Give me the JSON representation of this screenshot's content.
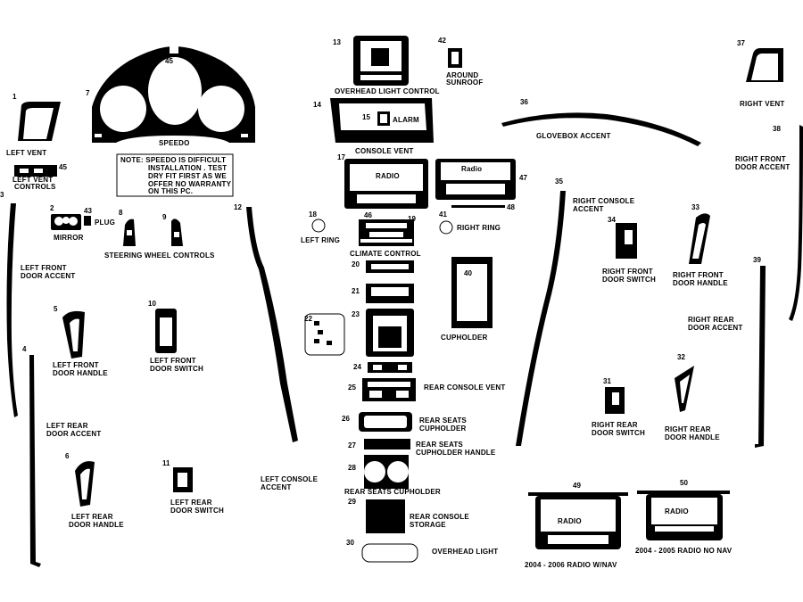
{
  "colors": {
    "piece": "#000000",
    "background": "#ffffff"
  },
  "numbers": {
    "n1": "1",
    "n2": "2",
    "n3": "3",
    "n4": "4",
    "n5": "5",
    "n6": "6",
    "n7": "7",
    "n8": "8",
    "n9": "9",
    "n10": "10",
    "n11": "11",
    "n12": "12",
    "n13a": "13",
    "n13b": "13",
    "n14": "14",
    "n15": "15",
    "n17": "17",
    "n18": "18",
    "n19": "19",
    "n20": "20",
    "n21": "21",
    "n22": "22",
    "n23": "23",
    "n24": "24",
    "n25": "25",
    "n26": "26",
    "n27": "27",
    "n28": "28",
    "n29": "29",
    "n30": "30",
    "n31": "31",
    "n32": "32",
    "n33": "33",
    "n34": "34",
    "n35": "35",
    "n36": "36",
    "n37": "37",
    "n38": "38",
    "n39": "39",
    "n40": "40",
    "n41": "41",
    "n42": "42",
    "n43": "43",
    "n45a": "45",
    "n45b": "45",
    "n46": "46",
    "n47": "47",
    "n48": "48",
    "n49": "49",
    "n50": "50"
  },
  "labels": {
    "left_vent": "LEFT VENT",
    "left_vent_controls_1": "LEFT VENT",
    "left_vent_controls_2": "CONTROLS",
    "speedo": "SPEEDO",
    "note_1": "NOTE:  SPEEDO IS DIFFICULT",
    "note_2": "INSTALLATION . TEST",
    "note_3": "DRY FIT FIRST AS WE",
    "note_4": "OFFER NO WARRANTY",
    "note_5": "ON THIS PC.",
    "mirror": "MIRROR",
    "plug": "PLUG",
    "steering_wheel_controls": "STEERING WHEEL CONTROLS",
    "left_front_door_accent_1": "LEFT FRONT",
    "left_front_door_accent_2": "DOOR ACCENT",
    "left_front_door_handle_1": "LEFT FRONT",
    "left_front_door_handle_2": "DOOR HANDLE",
    "left_front_door_switch_1": "LEFT FRONT",
    "left_front_door_switch_2": "DOOR SWITCH",
    "left_rear_door_accent_1": "LEFT REAR",
    "left_rear_door_accent_2": "DOOR ACCENT",
    "left_rear_door_handle_1": "LEFT REAR",
    "left_rear_door_handle_2": "DOOR HANDLE",
    "left_rear_door_switch_1": "LEFT REAR",
    "left_rear_door_switch_2": "DOOR SWITCH",
    "left_console_accent_1": "LEFT CONSOLE",
    "left_console_accent_2": "ACCENT",
    "overhead_light_control": "OVERHEAD LIGHT CONTROL",
    "around_sunroof_1": "AROUND",
    "around_sunroof_2": "SUNROOF",
    "alarm": "ALARM",
    "accent": "ACCENT",
    "console_vent": "CONSOLE VENT",
    "radio_17": "RADIO",
    "radio_47": "Radio",
    "left_ring": "LEFT RING",
    "right_ring": "RIGHT RING",
    "climate_control": "CLIMATE CONTROL",
    "cupholder": "CUPHOLDER",
    "rear_console_vent": "REAR CONSOLE VENT",
    "rear_seats_cupholder_1": "REAR SEATS",
    "rear_seats_cupholder_2": "CUPHOLDER",
    "rear_seats_cupholder_handle_1": "REAR SEATS",
    "rear_seats_cupholder_handle_2": "CUPHOLDER HANDLE",
    "rear_seats_cupholder": "REAR SEATS CUPHOLDER",
    "rear_console_storage_1": "REAR CONSOLE",
    "rear_console_storage_2": "STORAGE",
    "overhead_light": "OVERHEAD LIGHT",
    "glovebox_accent": "GLOVEBOX ACCENT",
    "right_console_accent_1": "RIGHT CONSOLE",
    "right_console_accent_2": "ACCENT",
    "right_front_door_switch_1": "RIGHT FRONT",
    "right_front_door_switch_2": "DOOR SWITCH",
    "right_front_door_handle_1": "RIGHT FRONT",
    "right_front_door_handle_2": "DOOR HANDLE",
    "right_rear_door_accent_1": "RIGHT REAR",
    "right_rear_door_accent_2": "DOOR ACCENT",
    "right_rear_door_switch_1": "RIGHT REAR",
    "right_rear_door_switch_2": "DOOR SWITCH",
    "right_rear_door_handle_1": "RIGHT REAR",
    "right_rear_door_handle_2": "DOOR HANDLE",
    "right_vent": "RIGHT VENT",
    "right_front_door_accent_1": "RIGHT FRONT",
    "right_front_door_accent_2": "DOOR ACCENT",
    "radio_49": "RADIO",
    "radio_50": "RADIO",
    "radio_w_nav": "2004 - 2006 RADIO W/NAV",
    "radio_no_nav": "2004 - 2005 RADIO NO NAV"
  }
}
